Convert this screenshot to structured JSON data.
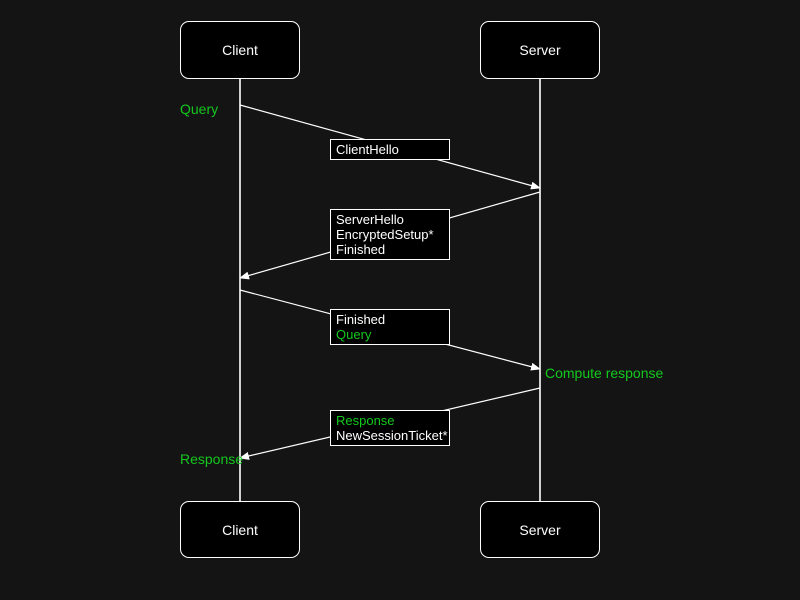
{
  "diagram": {
    "type": "sequence",
    "colors": {
      "background": "#141414",
      "box_fill": "#000000",
      "line": "#ffffff",
      "text": "#ffffff",
      "accent": "#14c81e"
    },
    "actors": [
      {
        "id": "client",
        "label": "Client"
      },
      {
        "id": "server",
        "label": "Server"
      }
    ],
    "notes": [
      {
        "id": "query",
        "text": "Query",
        "color": "#14c81e",
        "position": "left-of-client"
      },
      {
        "id": "compute",
        "text": "Compute response",
        "color": "#14c81e",
        "position": "right-of-server"
      },
      {
        "id": "response",
        "text": "Response",
        "color": "#14c81e",
        "position": "left-of-client"
      }
    ],
    "messages": [
      {
        "from": "client",
        "to": "server",
        "lines": [
          {
            "text": "ClientHello",
            "color": "#ffffff"
          }
        ]
      },
      {
        "from": "server",
        "to": "client",
        "lines": [
          {
            "text": "ServerHello",
            "color": "#ffffff"
          },
          {
            "text": "EncryptedSetup*",
            "color": "#ffffff"
          },
          {
            "text": "Finished",
            "color": "#ffffff"
          }
        ]
      },
      {
        "from": "client",
        "to": "server",
        "lines": [
          {
            "text": "Finished",
            "color": "#ffffff"
          },
          {
            "text": "Query",
            "color": "#14c81e"
          }
        ]
      },
      {
        "from": "server",
        "to": "client",
        "lines": [
          {
            "text": "Response",
            "color": "#14c81e"
          },
          {
            "text": "NewSessionTicket*",
            "color": "#ffffff"
          }
        ]
      }
    ]
  }
}
